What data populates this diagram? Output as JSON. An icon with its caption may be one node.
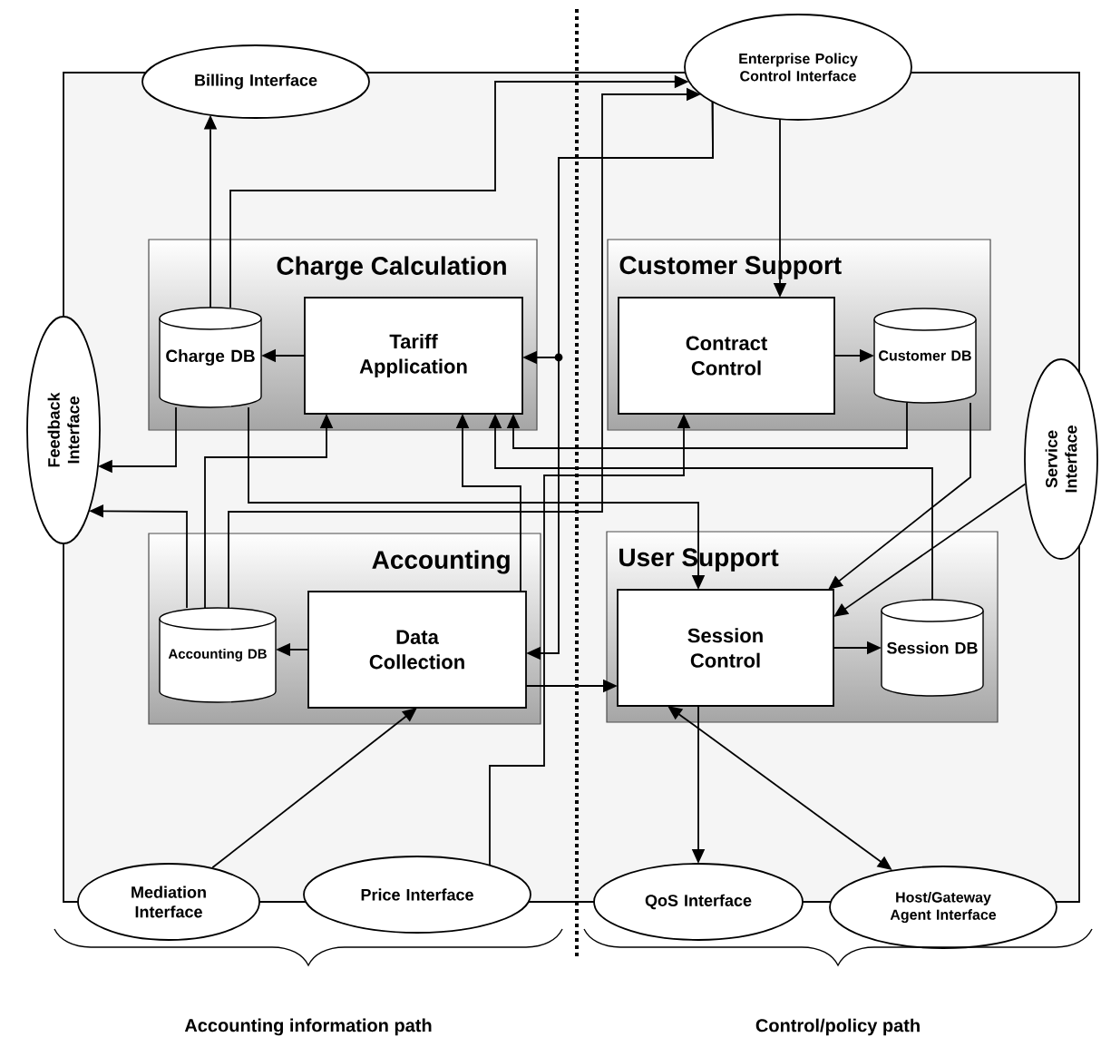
{
  "diagram": {
    "nodes": [
      {
        "text": [
          "Charge Calculation"
        ]
      },
      {
        "text": [
          "Charge DB"
        ],
        "in": 0
      },
      {
        "text": [
          "Tariff Application"
        ],
        "in": 0
      },
      {
        "text": [
          "Customer Support"
        ]
      },
      {
        "text": [
          "Contract Control"
        ],
        "in": 3
      },
      {
        "text": [
          "Customer DB"
        ],
        "in": 3
      },
      {
        "text": [
          "Accounting"
        ]
      },
      {
        "text": [
          "Accounting DB"
        ],
        "in": 6
      },
      {
        "text": [
          "Data Collection"
        ],
        "in": 6
      },
      {
        "text": [
          "User Support"
        ]
      },
      {
        "text": [
          "Session Control"
        ],
        "in": 9
      },
      {
        "text": [
          "Session DB"
        ],
        "in": 9
      },
      {
        "text": [
          "Billing Interface"
        ]
      },
      {
        "text": [
          "Enterprise Policy Control Interface"
        ]
      },
      {
        "text": [
          "Feedback Interface"
        ]
      },
      {
        "text": [
          "Service Interface"
        ]
      },
      {
        "text": [
          "Mediation Interface"
        ]
      },
      {
        "text": [
          "Price Interface"
        ]
      },
      {
        "text": [
          "QoS Interface"
        ]
      },
      {
        "text": [
          "Host/Gateway Agent Interface"
        ]
      }
    ],
    "edges": [
      {
        "from": 2,
        "to": 1,
        "arrow": "to"
      },
      {
        "from": 1,
        "to": 12,
        "arrow": "to"
      },
      {
        "from": 1,
        "to": 13,
        "arrow": "to"
      },
      {
        "from": 13,
        "to": 2,
        "arrow": "to"
      },
      {
        "from": 7,
        "to": 13,
        "arrow": "to"
      },
      {
        "from": 13,
        "to": 8,
        "arrow": "to"
      },
      {
        "from": 8,
        "to": 10,
        "arrow": "to"
      },
      {
        "from": 8,
        "to": 7,
        "arrow": "to"
      },
      {
        "from": 16,
        "to": 8,
        "arrow": "to"
      },
      {
        "from": 4,
        "to": 5,
        "arrow": "to"
      },
      {
        "from": 13,
        "to": 4,
        "arrow": "to"
      },
      {
        "from": 5,
        "to": 2,
        "arrow": "to"
      },
      {
        "from": 5,
        "to": 10,
        "arrow": "to"
      },
      {
        "from": 15,
        "to": 10,
        "arrow": "to"
      },
      {
        "from": 11,
        "to": 2,
        "arrow": "to"
      },
      {
        "from": 1,
        "to": 10,
        "arrow": "to"
      },
      {
        "from": 1,
        "to": 14,
        "arrow": "to"
      },
      {
        "from": 7,
        "to": 14,
        "arrow": "to"
      },
      {
        "from": 7,
        "to": 2,
        "arrow": "to"
      },
      {
        "from": 17,
        "to": 4,
        "arrow": "to"
      },
      {
        "from": 8,
        "to": 2,
        "arrow": "to"
      },
      {
        "from": 10,
        "to": 11,
        "arrow": "to"
      },
      {
        "from": 10,
        "to": 18,
        "arrow": "to"
      },
      {
        "from": 10,
        "to": 19,
        "arrow": "both"
      }
    ],
    "labels": [
      "Accounting information path",
      "Control/policy path"
    ]
  }
}
